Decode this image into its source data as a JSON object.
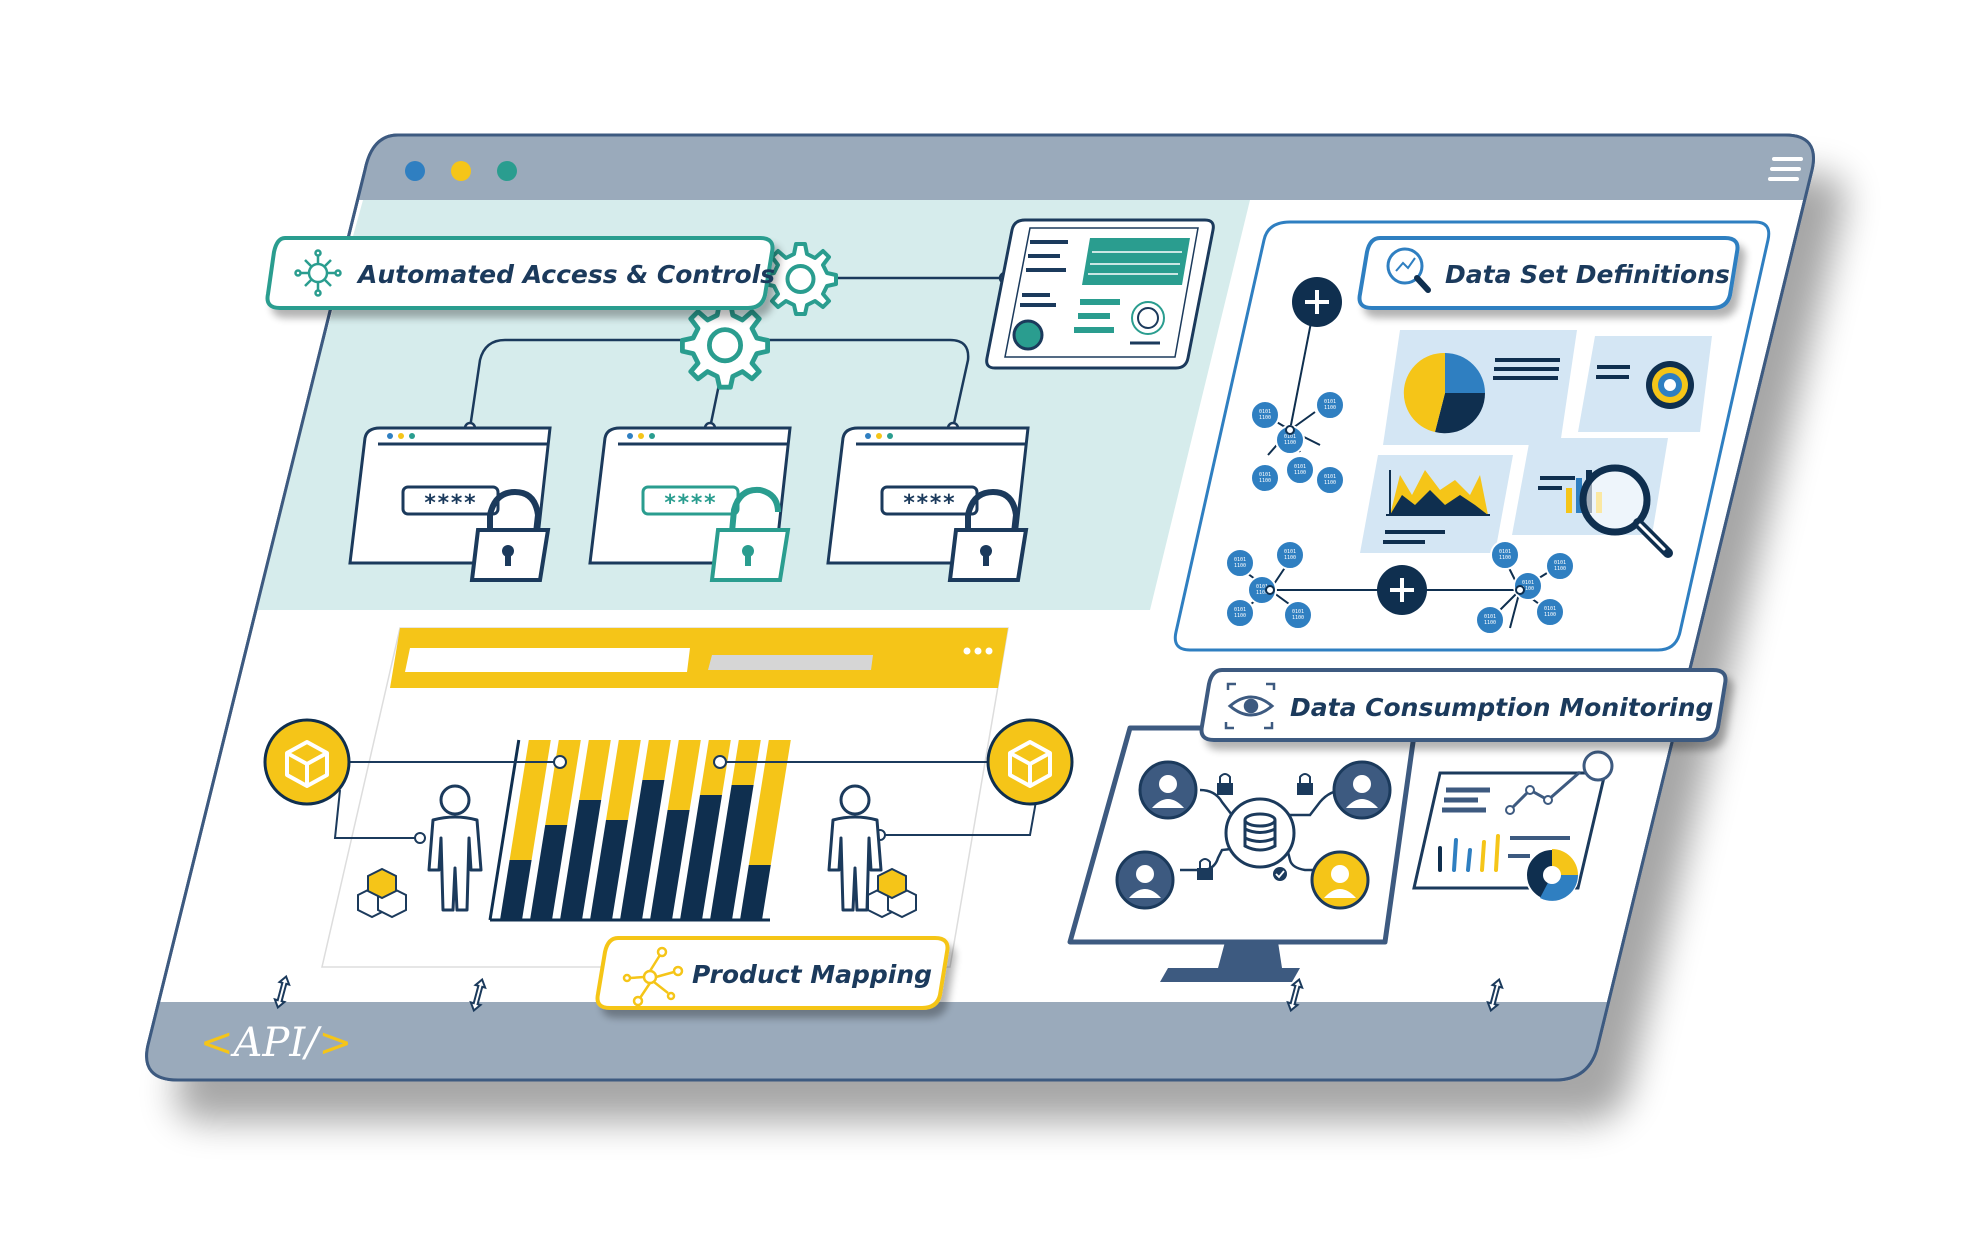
{
  "window": {
    "dots": [
      "#2f7fc1",
      "#f5c518",
      "#2a9d8f"
    ],
    "frame_color": "#9aaabb",
    "outline_color": "#3d5a80"
  },
  "sections": {
    "access": {
      "label": "Automated Access & Controls",
      "color": "#2a9d8f",
      "bg": "#d6ecec",
      "password_mask": "****"
    },
    "definitions": {
      "label": "Data Set Definitions",
      "color": "#2f7fc1"
    },
    "monitoring": {
      "label": "Data Consumption Monitoring",
      "color": "#3d5a80"
    },
    "mapping": {
      "label": "Product Mapping",
      "color": "#f5c518"
    }
  },
  "footer": {
    "api_open": "<",
    "api_text": "API/",
    "api_close": ">"
  },
  "colors": {
    "navy": "#0f2f4f",
    "yellow": "#f5c518",
    "teal": "#2a9d8f",
    "blue": "#2f7fc1"
  },
  "icons": [
    "gear-icon",
    "padlock-icon",
    "cube-icon",
    "person-icon",
    "database-icon",
    "user-avatar-icon",
    "magnifier-icon",
    "eye-icon",
    "network-icon",
    "plus-icon",
    "monitor-icon",
    "hamburger-menu-icon",
    "arrow-updown-icon"
  ]
}
